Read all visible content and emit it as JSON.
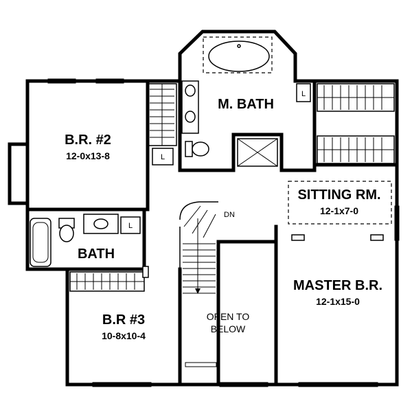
{
  "rooms": {
    "master_bath": {
      "name": "M. BATH"
    },
    "br2": {
      "name": "B.R. #2",
      "dims": "12-0x13-8"
    },
    "sitting": {
      "name": "SITTING RM.",
      "dims": "12-1x7-0"
    },
    "bath": {
      "name": "BATH"
    },
    "br3": {
      "name": "B.R #3",
      "dims": "10-8x10-4"
    },
    "master_br": {
      "name": "MASTER B.R.",
      "dims": "12-1x15-0"
    }
  },
  "open_below": {
    "line1": "OPEN TO",
    "line2": "BELOW"
  },
  "stair": {
    "label": "DN"
  },
  "closet_light": {
    "label": "L"
  },
  "colors": {
    "ink": "#000000",
    "paper": "#ffffff"
  }
}
